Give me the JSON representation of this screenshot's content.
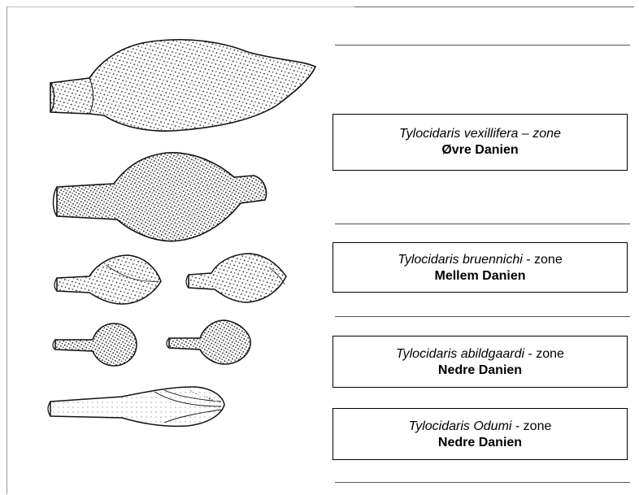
{
  "zones": [
    {
      "species": "Tylocidaris vexillifera",
      "separator": " – ",
      "zone_word": "zone",
      "zone_word_italic": true,
      "stage": "Øvre Danien"
    },
    {
      "species": "Tylocidaris bruennichi",
      "separator": " - ",
      "zone_word": "zone",
      "zone_word_italic": false,
      "stage": "Mellem Danien"
    },
    {
      "species": "Tylocidaris abildgaardi",
      "separator": " - ",
      "zone_word": "zone",
      "zone_word_italic": false,
      "stage": "Nedre Danien"
    },
    {
      "species": "Tylocidaris Odumi",
      "separator": " - ",
      "zone_word": "zone",
      "zone_word_italic": false,
      "stage": "Nedre Danien"
    }
  ],
  "fossils": [
    {
      "name": "spine-large-vexillifera"
    },
    {
      "name": "spine-medium-vexillifera"
    },
    {
      "name": "spine-bruennichi-left"
    },
    {
      "name": "spine-bruennichi-right"
    },
    {
      "name": "spine-abildgaardi-left"
    },
    {
      "name": "spine-abildgaardi-right"
    },
    {
      "name": "spine-odumi"
    }
  ],
  "colors": {
    "ink": "#000000",
    "stipple": "#1a1a1a",
    "background": "#ffffff"
  }
}
